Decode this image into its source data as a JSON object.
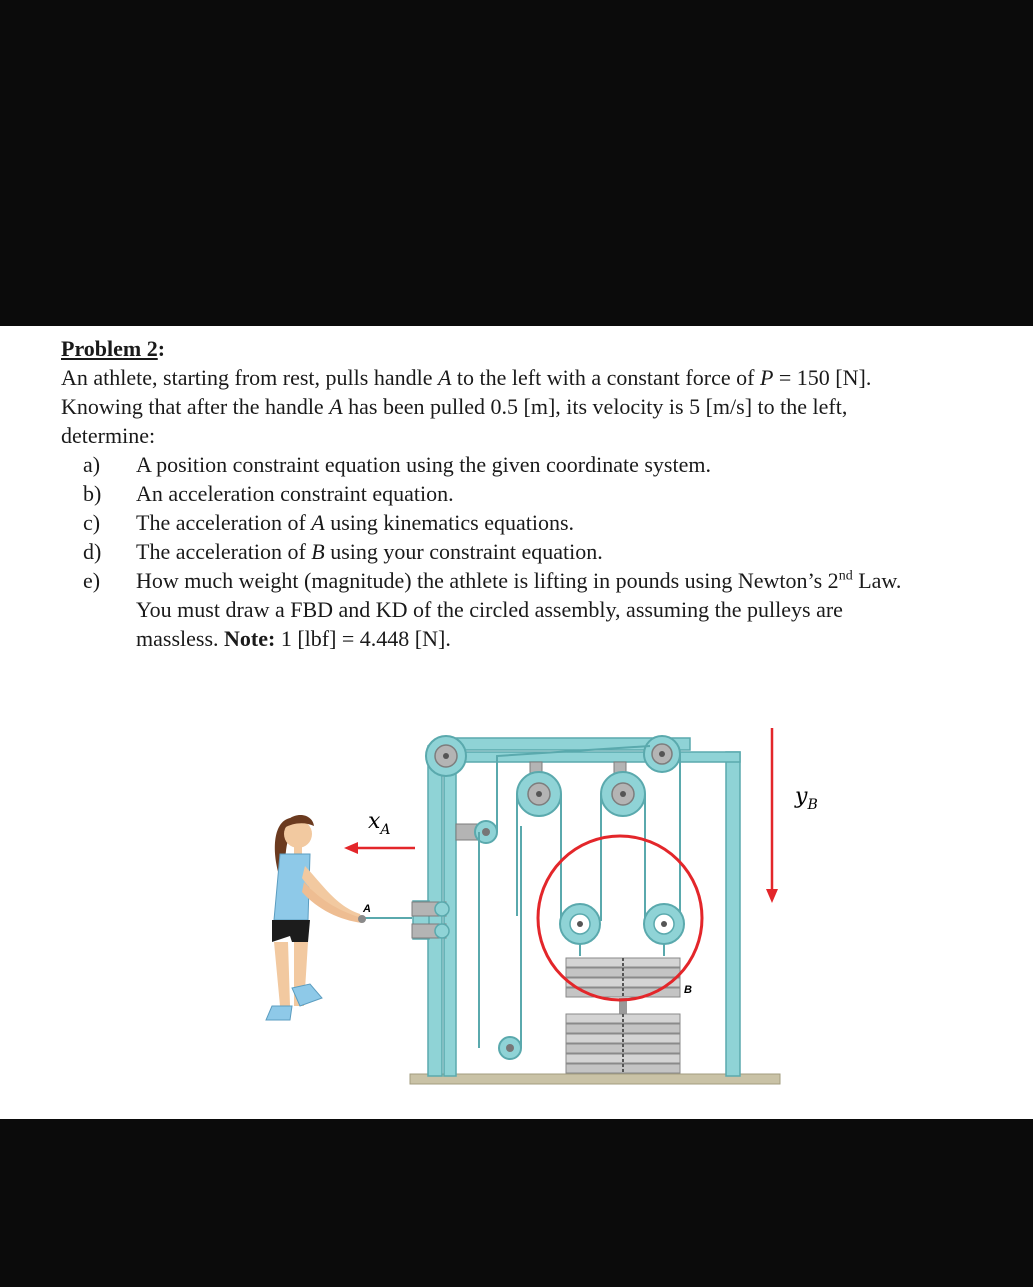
{
  "problem": {
    "heading": "Problem 2",
    "heading_colon": ":",
    "intro": {
      "l1": "An athlete, starting from rest, pulls handle ",
      "var_a": "A",
      "l2": " to the left with a constant force of ",
      "var_p": "P",
      "l3": " = 150 [N].",
      "l4": "Knowing that after the handle ",
      "var_a2": "A",
      "l5": " has been pulled 0.5 [m], its velocity is 5 [m/s] to the left,",
      "l6": "determine:"
    },
    "items": {
      "a": {
        "marker": "a)",
        "text": "A position constraint equation using the given coordinate system."
      },
      "b": {
        "marker": "b)",
        "text": "An acceleration constraint equation."
      },
      "c": {
        "marker": "c)",
        "pre": "The acceleration of ",
        "var": "A",
        "post": " using kinematics equations."
      },
      "d": {
        "marker": "d)",
        "pre": "The acceleration of ",
        "var": "B",
        "post": " using your constraint equation."
      },
      "e": {
        "marker": "e)",
        "pre": "How much weight (magnitude) the athlete is lifting in pounds using Newton’s 2",
        "sup": "nd",
        "post": " Law.",
        "line2": "You must draw a FBD and KD of the circled assembly, assuming the pulleys are",
        "line3_pre": "massless. ",
        "note_label": "Note:",
        "line3_post": " 1 [lbf] = 4.448 [N]."
      }
    }
  },
  "figure": {
    "label_xa": "x",
    "label_xa_sub": "A",
    "label_yb": "y",
    "label_yb_sub": "B",
    "label_handle": "A",
    "label_weight": "B",
    "colors": {
      "frame": "#8fd3d6",
      "frame_stroke": "#5aa9ad",
      "arrow": "#e3262a",
      "circle": "#e3262a",
      "pulley": "#b4b4b4",
      "weights": "#c8c8c8",
      "floor": "#c9c2a6",
      "shirt": "#8ec9e8",
      "skin": "#f2c9a0",
      "hair": "#6b3a1f",
      "shorts": "#1c1c1c"
    }
  }
}
